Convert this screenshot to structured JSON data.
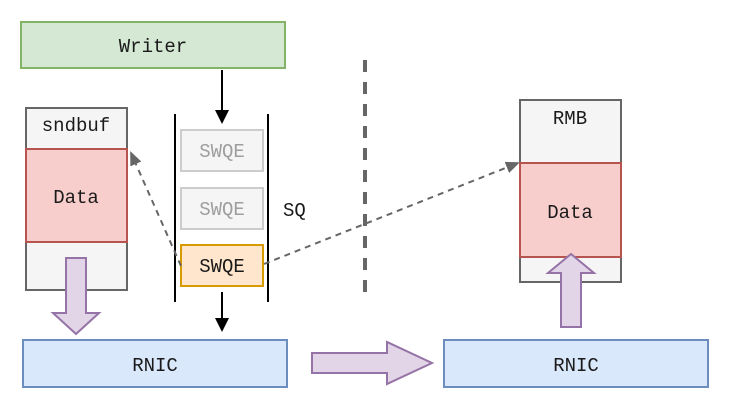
{
  "diagram": {
    "writer": {
      "label": "Writer"
    },
    "sndbuf": {
      "label": "sndbuf",
      "data_label": "Data"
    },
    "sq": {
      "label": "SQ",
      "entries": [
        {
          "label": "SWQE",
          "state": "inactive"
        },
        {
          "label": "SWQE",
          "state": "inactive"
        },
        {
          "label": "SWQE",
          "state": "active"
        }
      ]
    },
    "rmb": {
      "label": "RMB",
      "data_label": "Data"
    },
    "rnic_local": {
      "label": "RNIC"
    },
    "rnic_remote": {
      "label": "RNIC"
    }
  },
  "colors": {
    "writer_fill": "#d5e8d4",
    "writer_stroke": "#82b366",
    "buffer_fill": "#f5f5f5",
    "buffer_stroke": "#666666",
    "data_fill": "#f8cecc",
    "data_stroke": "#b85450",
    "swqe_inactive_fill": "#f5f5f5",
    "swqe_inactive_stroke": "#cccccc",
    "swqe_active_fill": "#ffe6cc",
    "swqe_active_stroke": "#d79b00",
    "rnic_fill": "#dae8fc",
    "rnic_stroke": "#6c8ebf",
    "flow_arrow_fill": "#e1d5e7",
    "flow_arrow_stroke": "#9673a6"
  }
}
